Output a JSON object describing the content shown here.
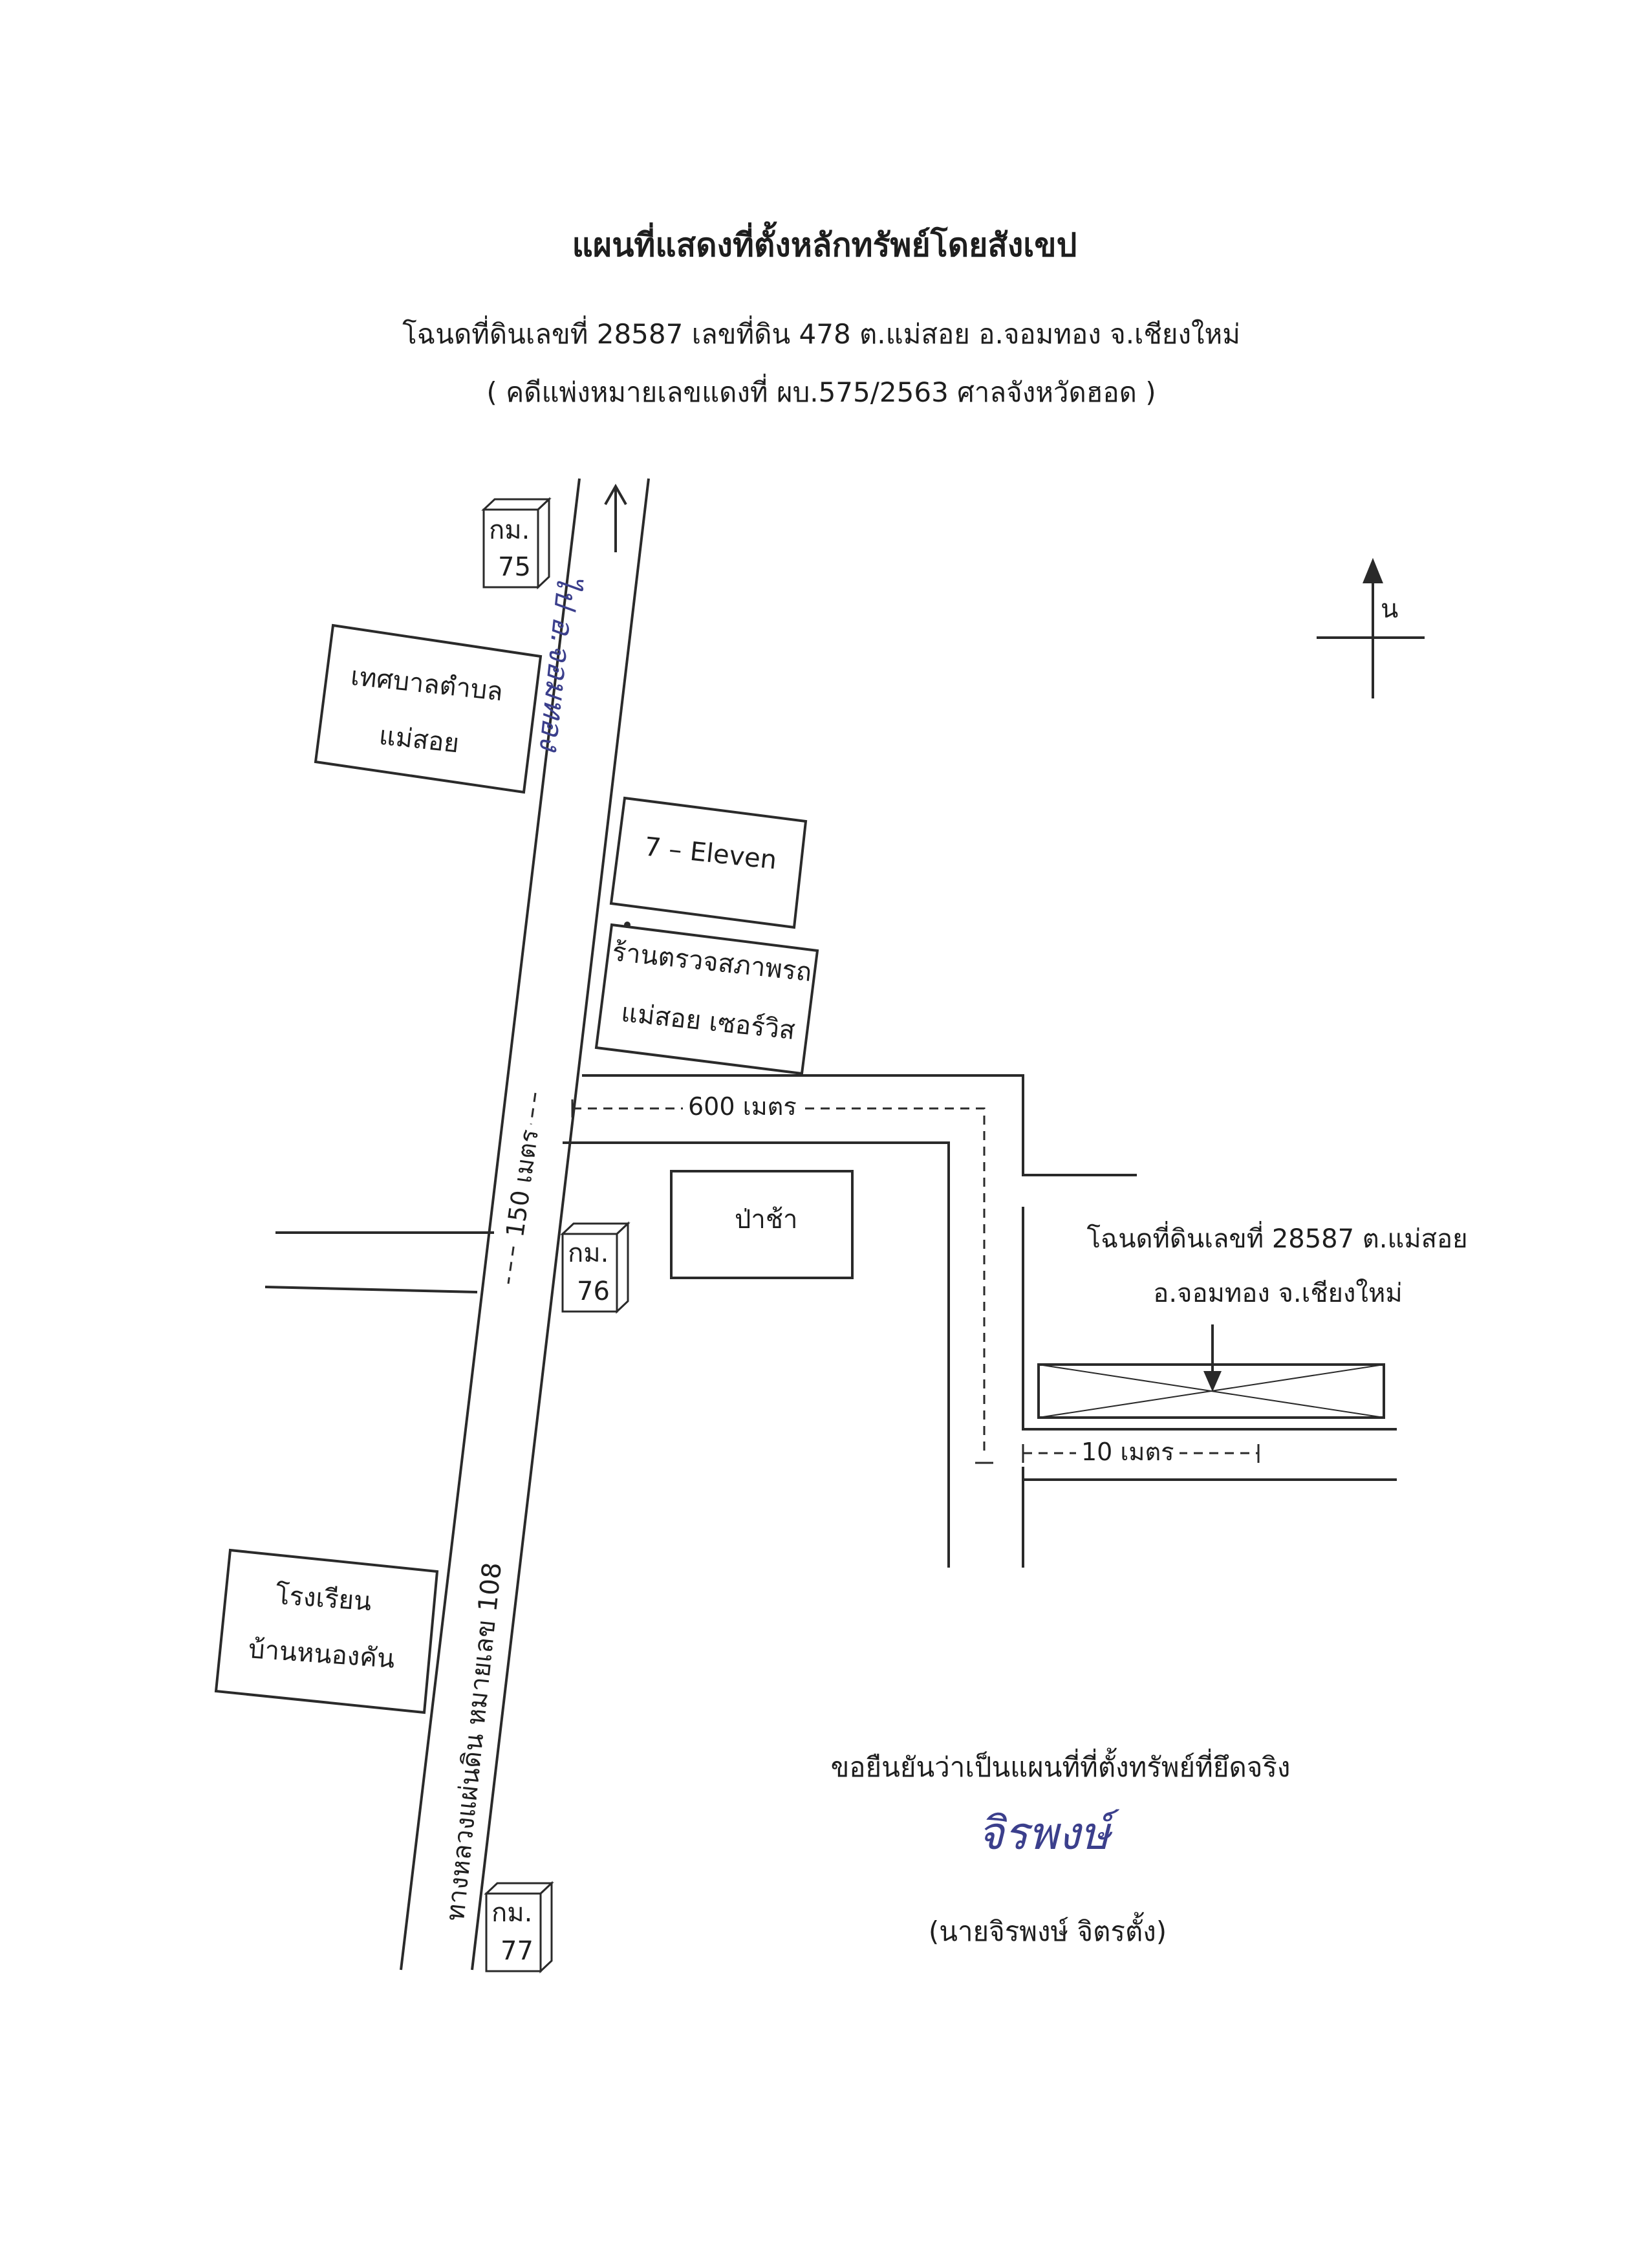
{
  "header": {
    "title": "แผนที่แสดงที่ตั้งหลักทรัพย์โดยสังเขป",
    "subtitle_1": "โฉนดที่ดินเลขที่ 28587 เลขที่ดิน  478  ต.แม่สอย  อ.จอมทอง  จ.เชียงใหม่",
    "subtitle_2": "( คดีแพ่งหมายเลขแดงที่ ผบ.575/2563 ศาลจังหวัดฮอด )"
  },
  "compass": {
    "north_label": "น"
  },
  "roads": {
    "to_city_handwritten": "ไป อ.จอมทอง",
    "highway_label": "ทางหลวงแผ่นดิน หมายเลข 108"
  },
  "km_markers": [
    {
      "top": "กม.",
      "bottom": "75"
    },
    {
      "top": "กม.",
      "bottom": "76"
    },
    {
      "top": "กม.",
      "bottom": "77"
    }
  ],
  "landmarks": {
    "municipality": {
      "line1": "เทศบาลตำบล",
      "line2": "แม่สอย"
    },
    "seven_eleven": "7 – Eleven",
    "inspection": {
      "line1": "ร้านตรวจสภาพรถ",
      "line2": "แม่สอย เซอร์วิส"
    },
    "cemetery": "ป่าช้า",
    "school": {
      "line1": "โรงเรียน",
      "line2": "บ้านหนองคัน"
    }
  },
  "distances": {
    "d600": "600 เมตร",
    "d150": "150 เมตร",
    "d10": "10 เมตร"
  },
  "property": {
    "line1": "โฉนดที่ดินเลขที่ 28587 ต.แม่สอย",
    "line2": "อ.จอมทอง  จ.เชียงใหม่"
  },
  "certification": {
    "statement": "ขอยืนยันว่าเป็นแผนที่ที่ตั้งทรัพย์ที่ยึดจริง",
    "signature": "จิรพงษ์",
    "signer": "(นายจิรพงษ์  จิตรตั้ง)"
  },
  "colors": {
    "ink": "#1e1e1e",
    "pen": "#3b3f8c"
  }
}
